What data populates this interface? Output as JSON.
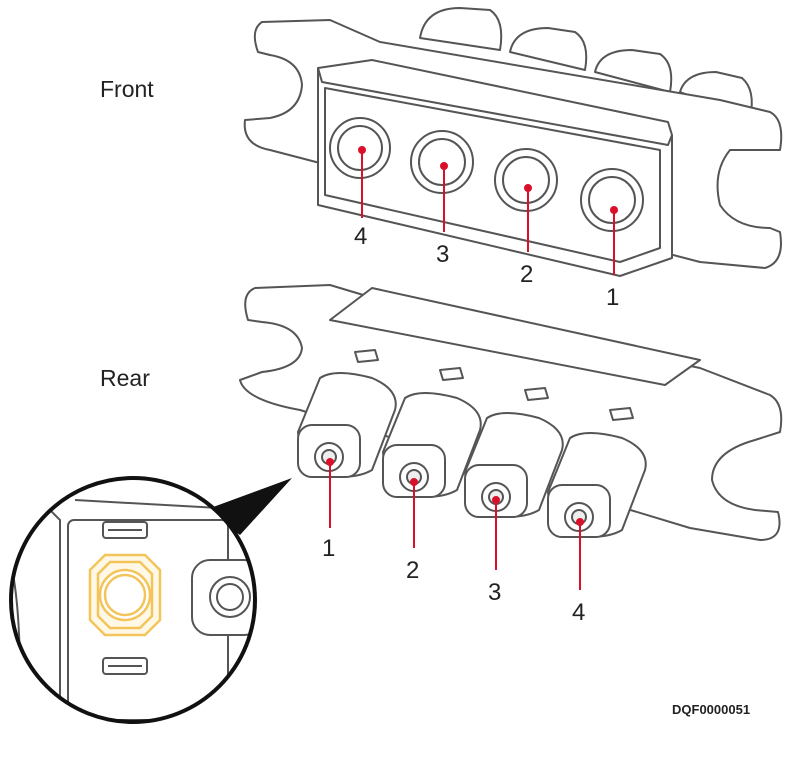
{
  "views": {
    "front_label": "Front",
    "rear_label": "Rear"
  },
  "front_pins": [
    "4",
    "3",
    "2",
    "1"
  ],
  "rear_pins": [
    "1",
    "2",
    "3",
    "4"
  ],
  "doc_id": "DQF0000051",
  "colors": {
    "line": "#555555",
    "leader": "#d9102a",
    "highlight": "#f3c45a"
  }
}
